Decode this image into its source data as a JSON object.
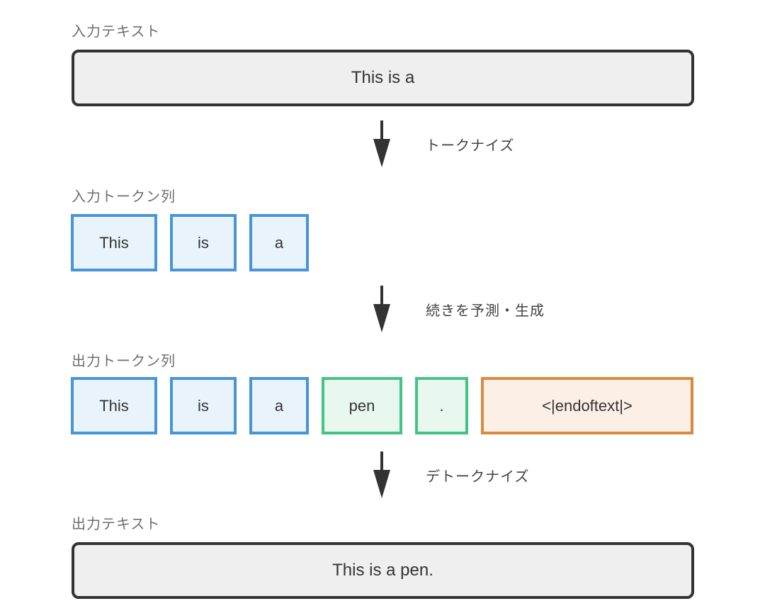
{
  "colors": {
    "outline_dark": "#333333",
    "section_label_gray": "#6e6e6e",
    "arrow_label_gray": "#414141",
    "gray_box_bg": "#efefef",
    "blue_token_border": "#4795d7",
    "blue_token_bg": "#e9f3fb",
    "green_token_border": "#44c384",
    "green_token_bg": "#e8f8ef",
    "orange_token_border": "#d98a40",
    "orange_token_bg": "#fcf0e6"
  },
  "input_text": {
    "label": "入力テキスト",
    "value": "This is a"
  },
  "steps": {
    "tokenize": "トークナイズ",
    "generate": "続きを予測・生成",
    "detokenize": "デトークナイズ"
  },
  "input_tokens": {
    "label": "入力トークン列",
    "tokens": [
      "This",
      "is",
      "a"
    ]
  },
  "output_tokens": {
    "label": "出力トークン列",
    "tokens": [
      "This",
      "is",
      "a",
      "pen",
      ".",
      "<|endoftext|>"
    ]
  },
  "output_text": {
    "label": "出力テキスト",
    "value": "This is a pen."
  }
}
